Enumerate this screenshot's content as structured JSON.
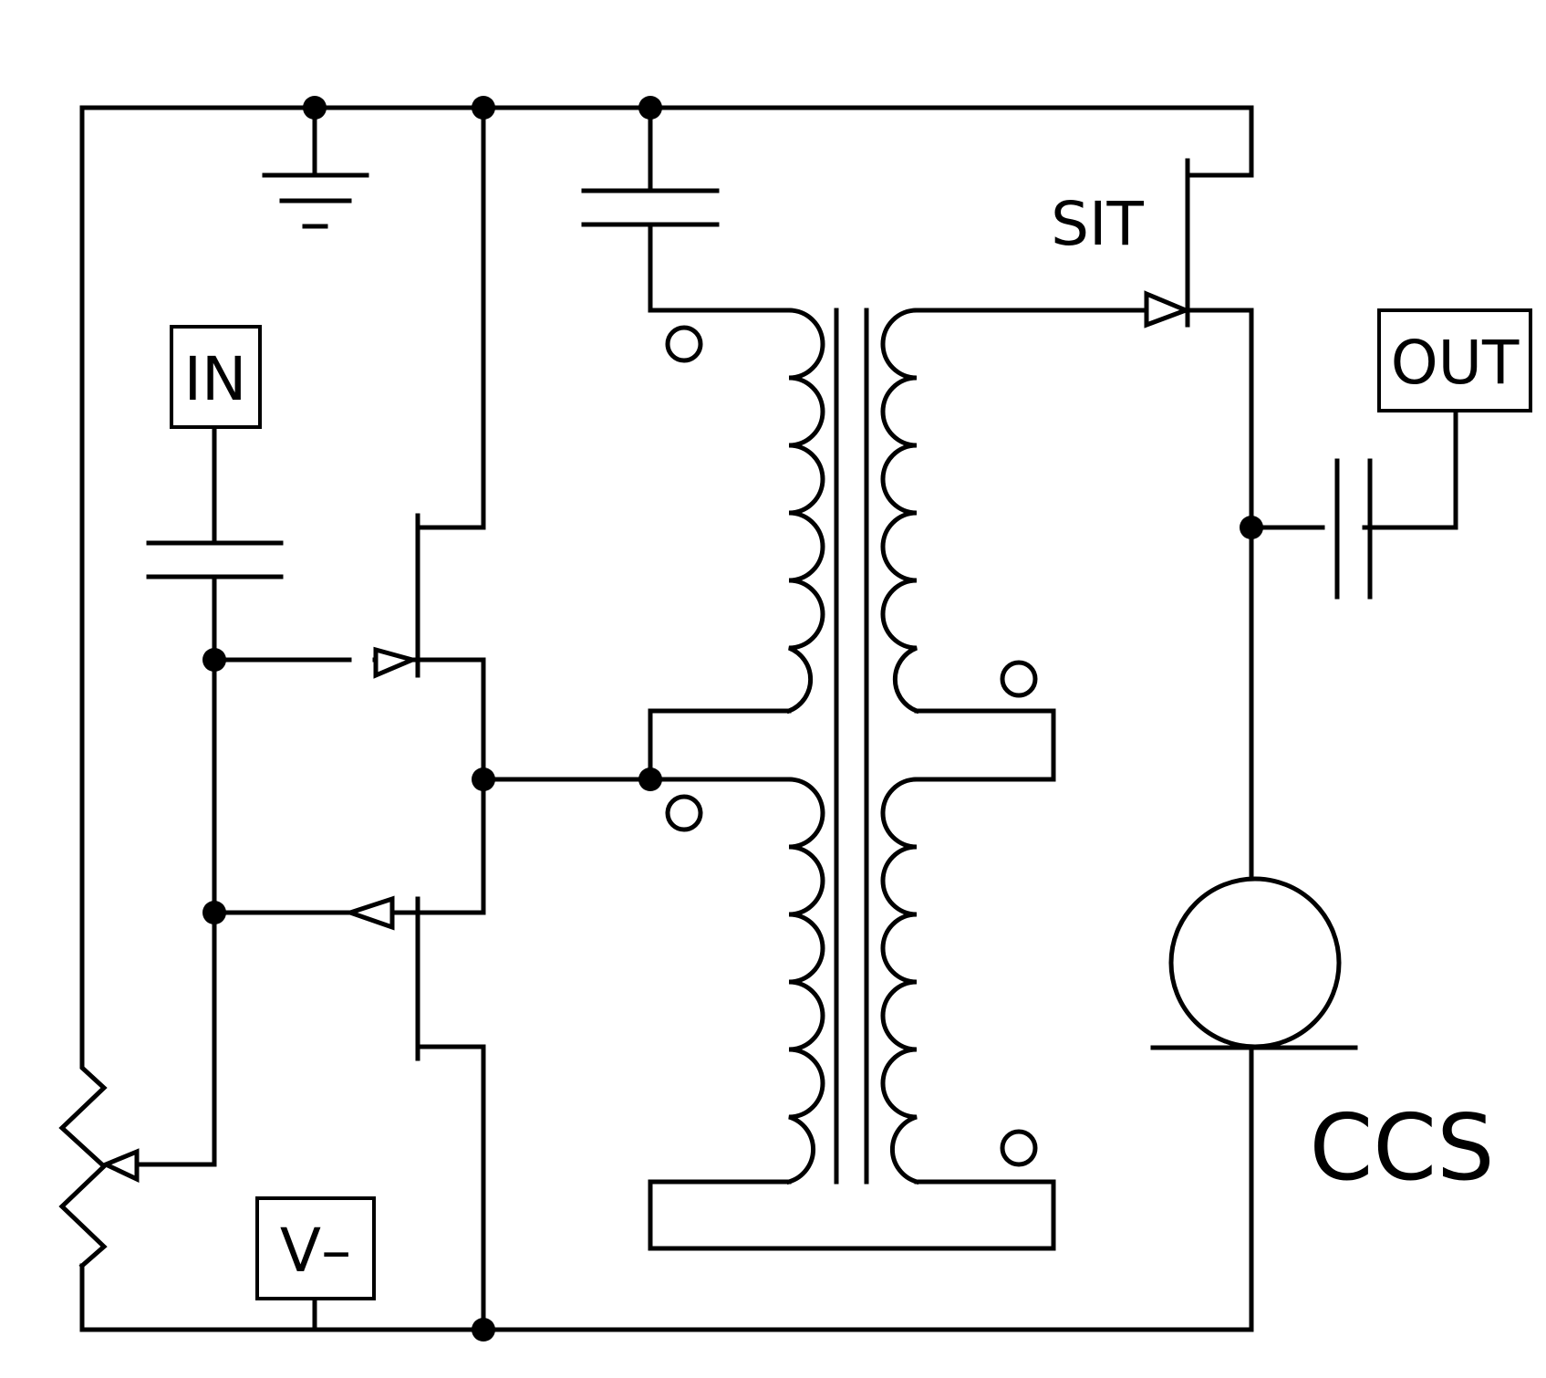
{
  "diagram": {
    "type": "circuit-schematic",
    "labels": {
      "input": "IN",
      "output": "OUT",
      "supply": "V–",
      "transistor": "SIT",
      "current_source": "CCS"
    },
    "components": [
      "ground-symbol",
      "input-coupling-capacitor",
      "upper-jfet",
      "lower-jfet",
      "bias-potentiometer",
      "supply-bypass-capacitor",
      "interstage-transformer",
      "sit-transistor",
      "output-coupling-capacitor",
      "constant-current-source"
    ],
    "style": {
      "line_color": "#000000",
      "background": "#ffffff"
    }
  }
}
